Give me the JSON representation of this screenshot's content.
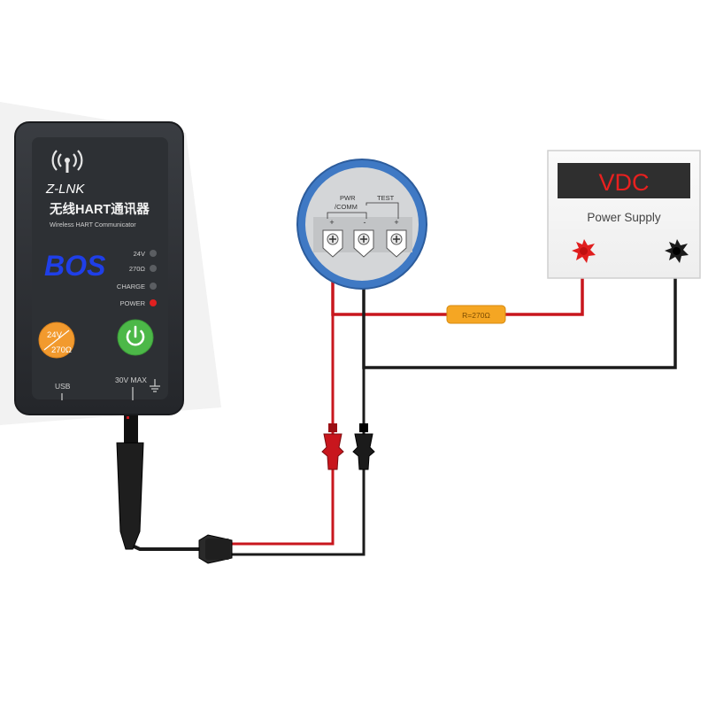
{
  "device": {
    "brand": "Z-LNK",
    "title_cn": "无线HART通讯器",
    "subtitle": "Wireless HART Communicator",
    "watermark": "BOS",
    "leds": [
      "24V",
      "270Ω",
      "CHARGE",
      "POWER"
    ],
    "mode_button_top": "24V",
    "mode_button_bottom": "270Ω",
    "usb_label": "USB",
    "max_label": "30V MAX",
    "icon_signal": "wireless-signal-icon",
    "icon_power": "power-icon",
    "icon_ground": "ground-icon"
  },
  "transmitter": {
    "pwr_label": "PWR",
    "comm_label": "/COMM",
    "test_label": "TEST",
    "signs": [
      "+",
      "-",
      "+"
    ]
  },
  "power_supply": {
    "display": "VDC",
    "label": "Power Supply"
  },
  "resistor": {
    "label": "R=270Ω"
  },
  "colors": {
    "wire_positive": "#c8161d",
    "wire_negative": "#1b1b1b",
    "display_red": "#e8201f",
    "transmitter_blue": "#3f79c4",
    "resistor": "#f5a623",
    "power_button": "#4cb848",
    "mode_button": "#f29a2e"
  }
}
